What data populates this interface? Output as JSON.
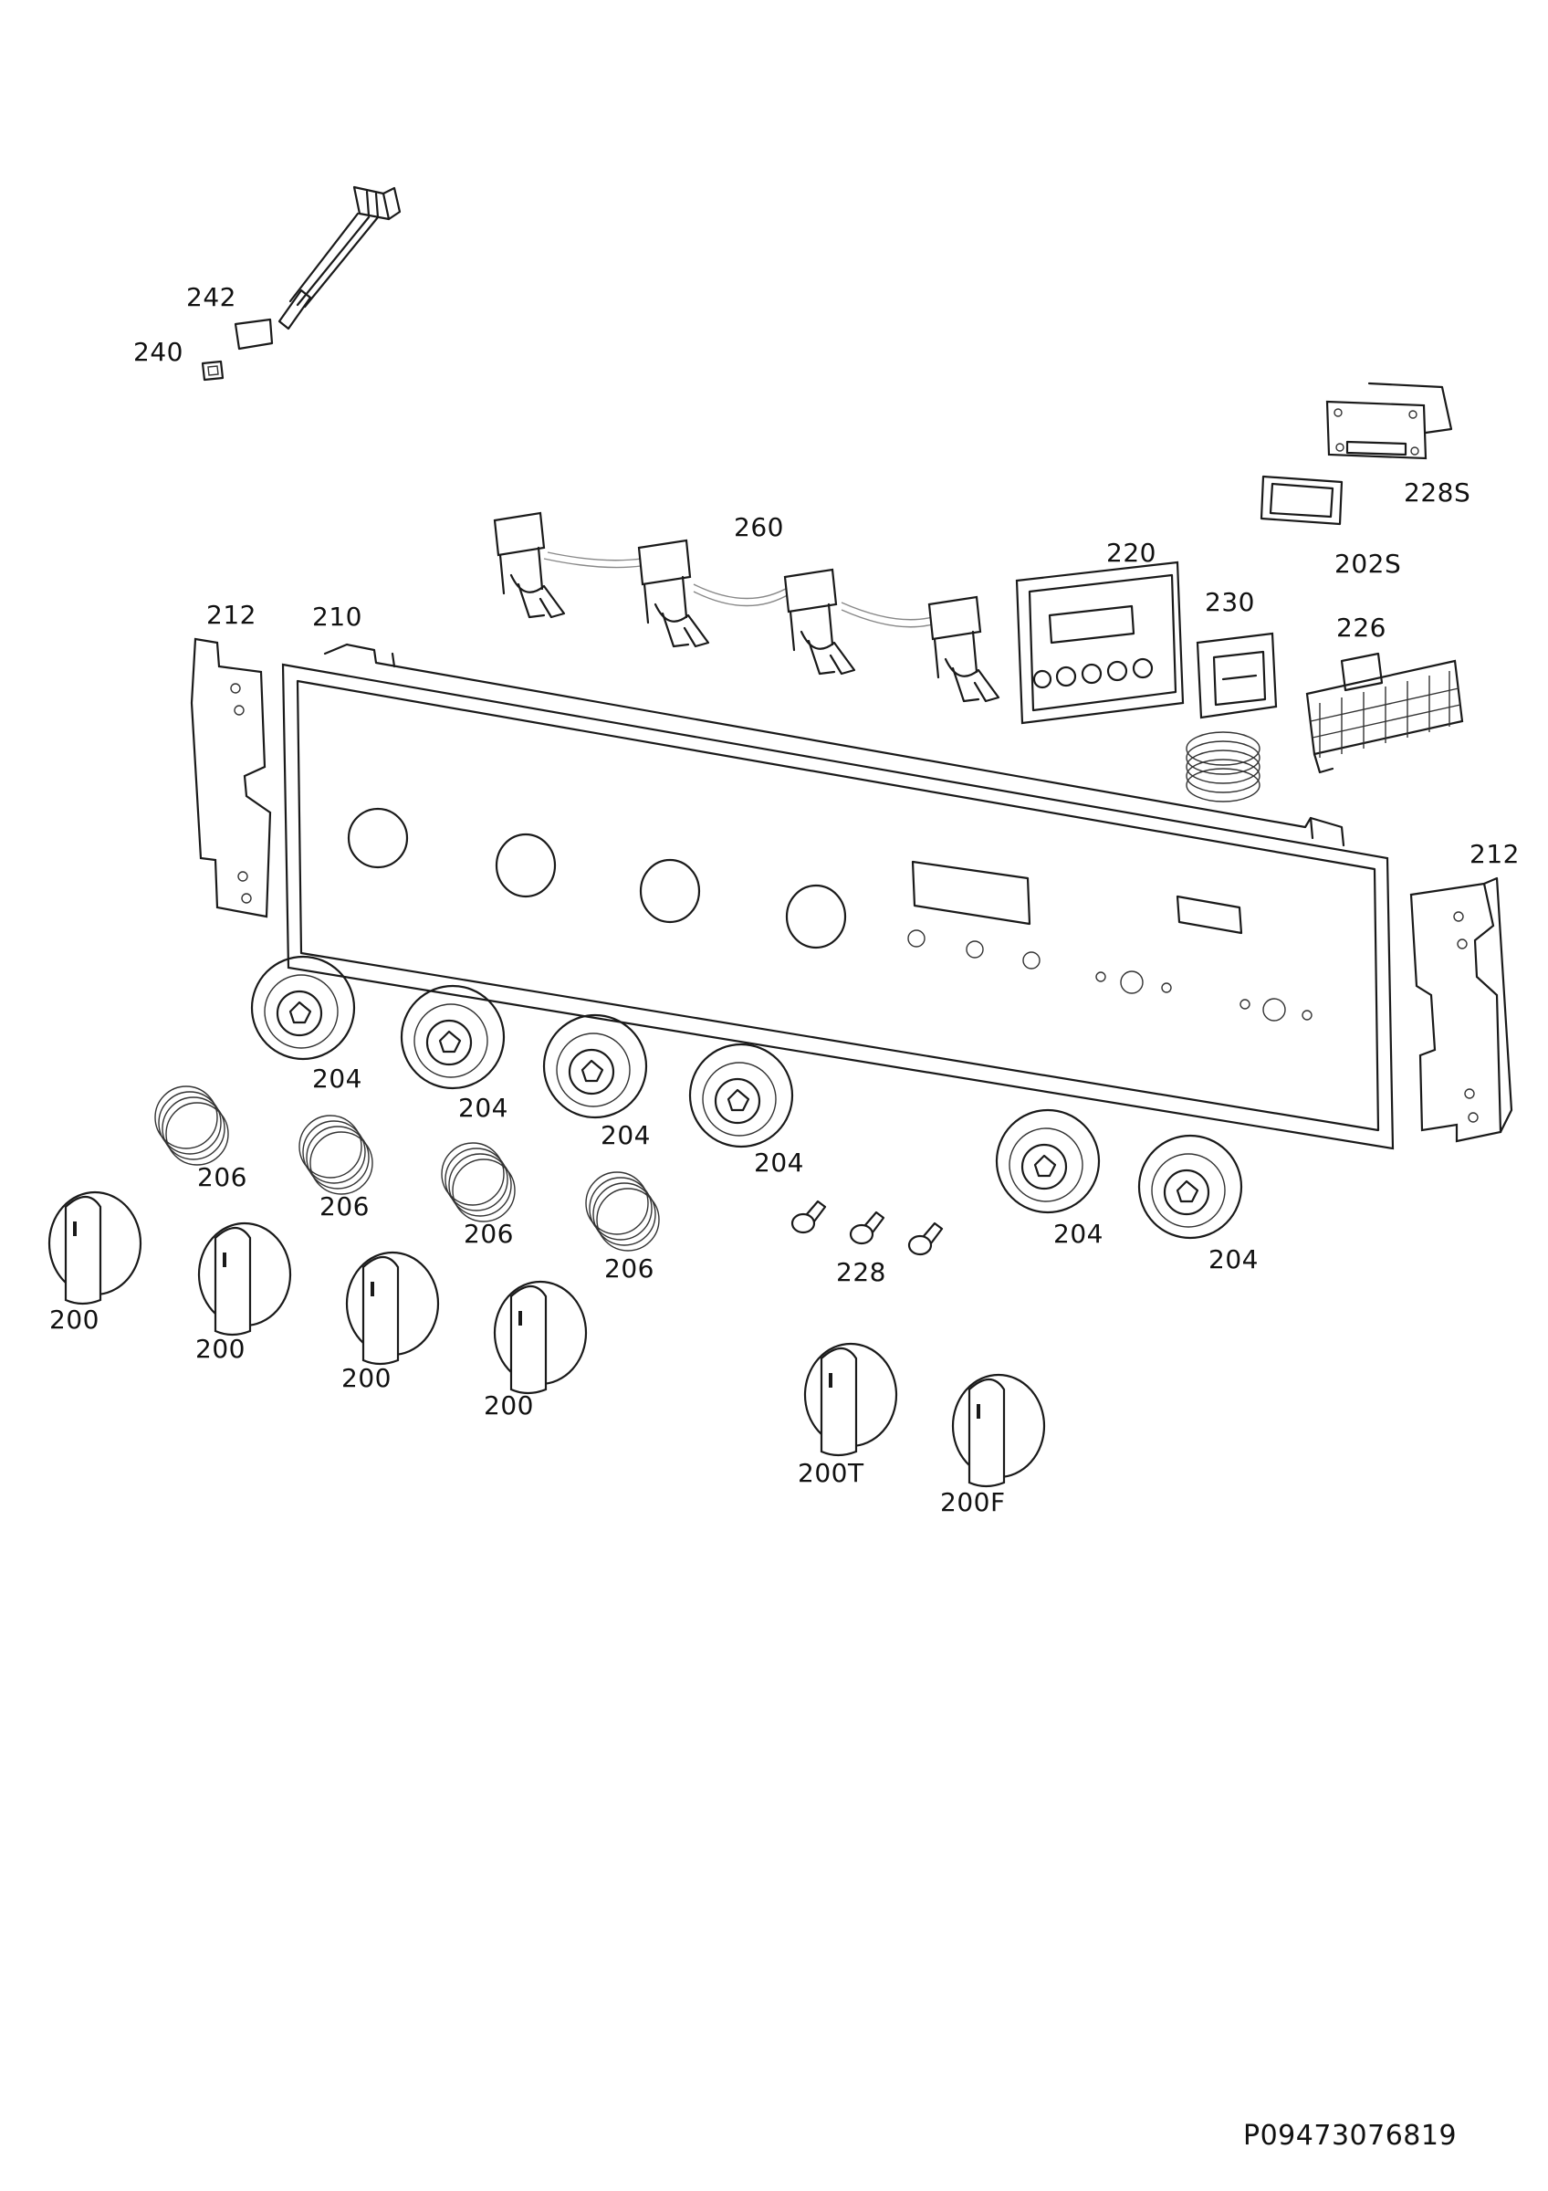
{
  "document_code": "P09473076819",
  "callouts": {
    "c242": "242",
    "c240": "240",
    "c260": "260",
    "c220": "220",
    "c230": "230",
    "c226": "226",
    "c228s": "228S",
    "c202s": "202S",
    "c212_left": "212",
    "c212_right": "212",
    "c210": "210",
    "c204_1": "204",
    "c204_2": "204",
    "c204_3": "204",
    "c204_4": "204",
    "c204_5": "204",
    "c204_6": "204",
    "c206_1": "206",
    "c206_2": "206",
    "c206_3": "206",
    "c206_4": "206",
    "c200_1": "200",
    "c200_2": "200",
    "c200_3": "200",
    "c200_4": "200",
    "c200t": "200T",
    "c200f": "200F",
    "c228": "228"
  }
}
